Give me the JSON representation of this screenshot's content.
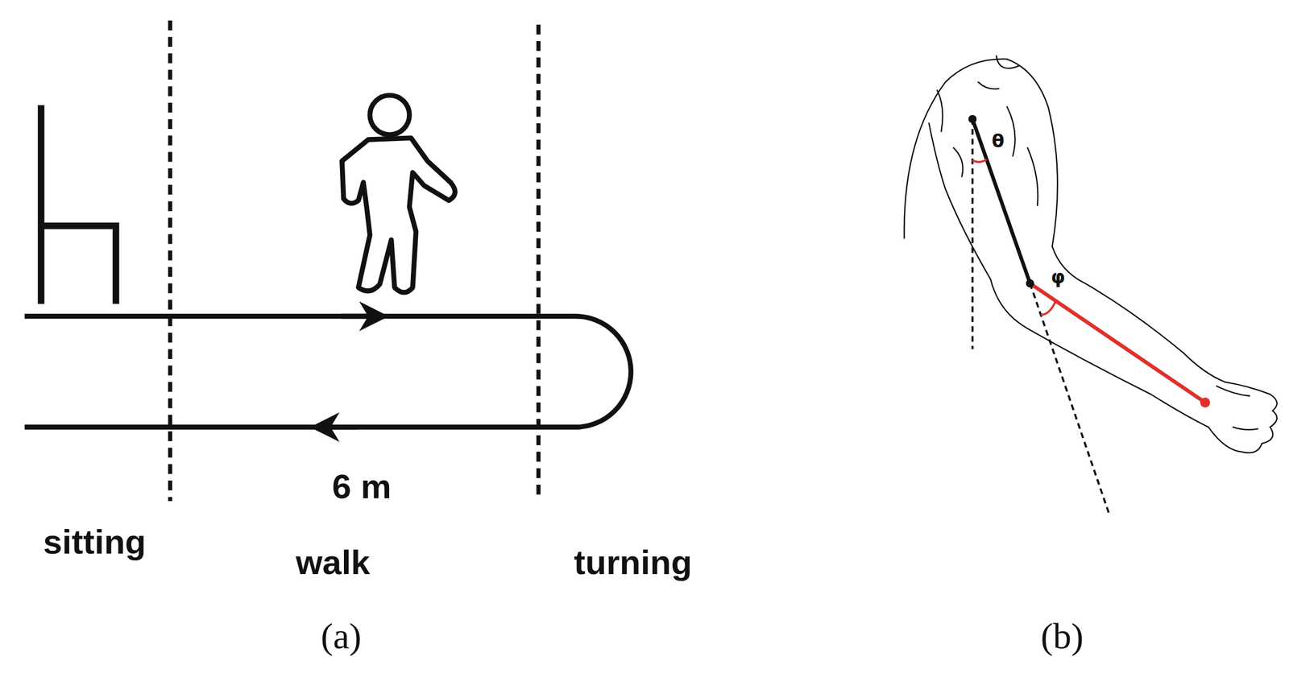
{
  "diagram": {
    "labels": [
      "6 m",
      "sitting",
      "walk",
      "turning",
      "(a)",
      "θ",
      "φ",
      "(b)"
    ]
  }
}
